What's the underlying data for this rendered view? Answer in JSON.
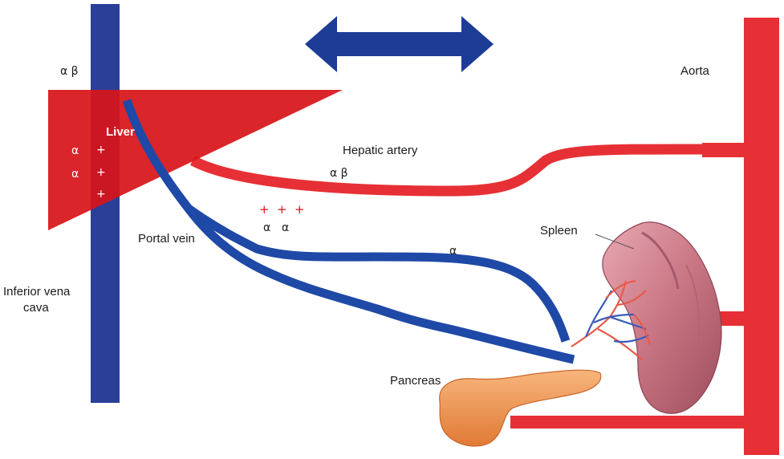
{
  "labels": {
    "aorta": "Aorta",
    "liver": "Liver",
    "hepatic_artery": "Hepatic artery",
    "portal_vein": "Portal vein",
    "ivc_line1": "Inferior vena",
    "ivc_line2": "cava",
    "spleen": "Spleen",
    "pancreas": "Pancreas"
  },
  "symbols": {
    "ivc_top": "α β",
    "liver_alpha_1": "α",
    "liver_alpha_2": "α",
    "liver_plus_1": "+",
    "liver_plus_2": "+",
    "liver_plus_3": "+",
    "hepatic_artery_receptors": "α β",
    "portal_plus_1": "+",
    "portal_plus_2": "+",
    "portal_plus_3": "+",
    "portal_alpha_1": "α",
    "portal_alpha_2": "α",
    "splenic_vein_alpha": "α"
  },
  "colors": {
    "artery_red": "#e63035",
    "liver_red": "#d7141a",
    "vein_blue": "#1f49a6",
    "ivc_blue": "#2b3f99",
    "arrow_blue": "#1c3c96",
    "spleen_pink": "#c97583",
    "pancreas_orange": "#f09a55"
  }
}
